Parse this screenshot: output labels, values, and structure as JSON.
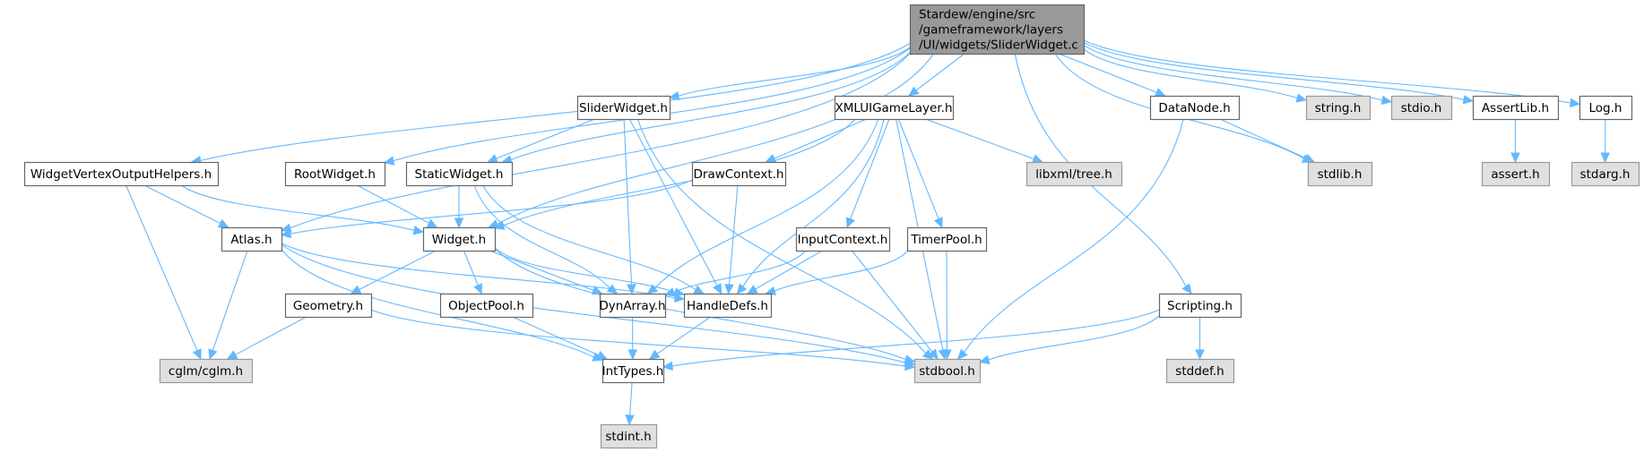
{
  "diagram": {
    "type": "include-dependency-graph",
    "colors": {
      "edge": "#63b8ff",
      "main_fill": "#999999",
      "main_border": "#666666",
      "local_fill": "#ffffff",
      "local_border": "#666666",
      "system_fill": "#e0e0e0",
      "system_border": "#999999"
    },
    "nodes": [
      {
        "id": "main",
        "kind": "main",
        "lines": [
          "Stardew/engine/src",
          "/gameframework/layers",
          "/UI/widgets/SliderWidget.c"
        ]
      },
      {
        "id": "SliderWidget.h",
        "kind": "local",
        "lines": [
          "SliderWidget.h"
        ]
      },
      {
        "id": "XMLUIGameLayer.h",
        "kind": "local",
        "lines": [
          "XMLUIGameLayer.h"
        ]
      },
      {
        "id": "DataNode.h",
        "kind": "local",
        "lines": [
          "DataNode.h"
        ]
      },
      {
        "id": "string.h",
        "kind": "system",
        "lines": [
          "string.h"
        ]
      },
      {
        "id": "stdio.h",
        "kind": "system",
        "lines": [
          "stdio.h"
        ]
      },
      {
        "id": "AssertLib.h",
        "kind": "local",
        "lines": [
          "AssertLib.h"
        ]
      },
      {
        "id": "Log.h",
        "kind": "local",
        "lines": [
          "Log.h"
        ]
      },
      {
        "id": "WidgetVertexOutputHelpers.h",
        "kind": "local",
        "lines": [
          "WidgetVertexOutputHelpers.h"
        ]
      },
      {
        "id": "RootWidget.h",
        "kind": "local",
        "lines": [
          "RootWidget.h"
        ]
      },
      {
        "id": "StaticWidget.h",
        "kind": "local",
        "lines": [
          "StaticWidget.h"
        ]
      },
      {
        "id": "DrawContext.h",
        "kind": "local",
        "lines": [
          "DrawContext.h"
        ]
      },
      {
        "id": "libxml/tree.h",
        "kind": "system",
        "lines": [
          "libxml/tree.h"
        ]
      },
      {
        "id": "stdlib.h",
        "kind": "system",
        "lines": [
          "stdlib.h"
        ]
      },
      {
        "id": "assert.h",
        "kind": "system",
        "lines": [
          "assert.h"
        ]
      },
      {
        "id": "stdarg.h",
        "kind": "system",
        "lines": [
          "stdarg.h"
        ]
      },
      {
        "id": "Atlas.h",
        "kind": "local",
        "lines": [
          "Atlas.h"
        ]
      },
      {
        "id": "Widget.h",
        "kind": "local",
        "lines": [
          "Widget.h"
        ]
      },
      {
        "id": "InputContext.h",
        "kind": "local",
        "lines": [
          "InputContext.h"
        ]
      },
      {
        "id": "TimerPool.h",
        "kind": "local",
        "lines": [
          "TimerPool.h"
        ]
      },
      {
        "id": "Geometry.h",
        "kind": "local",
        "lines": [
          "Geometry.h"
        ]
      },
      {
        "id": "ObjectPool.h",
        "kind": "local",
        "lines": [
          "ObjectPool.h"
        ]
      },
      {
        "id": "DynArray.h",
        "kind": "local",
        "lines": [
          "DynArray.h"
        ]
      },
      {
        "id": "HandleDefs.h",
        "kind": "local",
        "lines": [
          "HandleDefs.h"
        ]
      },
      {
        "id": "Scripting.h",
        "kind": "local",
        "lines": [
          "Scripting.h"
        ]
      },
      {
        "id": "cglm/cglm.h",
        "kind": "system",
        "lines": [
          "cglm/cglm.h"
        ]
      },
      {
        "id": "IntTypes.h",
        "kind": "local",
        "lines": [
          "IntTypes.h"
        ]
      },
      {
        "id": "stdbool.h",
        "kind": "system",
        "lines": [
          "stdbool.h"
        ]
      },
      {
        "id": "stddef.h",
        "kind": "system",
        "lines": [
          "stddef.h"
        ]
      },
      {
        "id": "stdint.h",
        "kind": "system",
        "lines": [
          "stdint.h"
        ]
      }
    ],
    "edges": [
      [
        "main",
        "SliderWidget.h"
      ],
      [
        "main",
        "XMLUIGameLayer.h"
      ],
      [
        "main",
        "DataNode.h"
      ],
      [
        "main",
        "string.h"
      ],
      [
        "main",
        "stdio.h"
      ],
      [
        "main",
        "AssertLib.h"
      ],
      [
        "main",
        "Log.h"
      ],
      [
        "main",
        "WidgetVertexOutputHelpers.h"
      ],
      [
        "main",
        "RootWidget.h"
      ],
      [
        "main",
        "StaticWidget.h"
      ],
      [
        "main",
        "Atlas.h"
      ],
      [
        "main",
        "Widget.h"
      ],
      [
        "main",
        "stdlib.h"
      ],
      [
        "main",
        "Scripting.h"
      ],
      [
        "SliderWidget.h",
        "StaticWidget.h"
      ],
      [
        "SliderWidget.h",
        "DynArray.h"
      ],
      [
        "SliderWidget.h",
        "HandleDefs.h"
      ],
      [
        "SliderWidget.h",
        "stdbool.h"
      ],
      [
        "XMLUIGameLayer.h",
        "DrawContext.h"
      ],
      [
        "XMLUIGameLayer.h",
        "libxml/tree.h"
      ],
      [
        "XMLUIGameLayer.h",
        "Widget.h"
      ],
      [
        "XMLUIGameLayer.h",
        "DynArray.h"
      ],
      [
        "XMLUIGameLayer.h",
        "HandleDefs.h"
      ],
      [
        "XMLUIGameLayer.h",
        "InputContext.h"
      ],
      [
        "XMLUIGameLayer.h",
        "TimerPool.h"
      ],
      [
        "XMLUIGameLayer.h",
        "stdbool.h"
      ],
      [
        "DataNode.h",
        "stdlib.h"
      ],
      [
        "DataNode.h",
        "stdbool.h"
      ],
      [
        "AssertLib.h",
        "assert.h"
      ],
      [
        "Log.h",
        "stdarg.h"
      ],
      [
        "WidgetVertexOutputHelpers.h",
        "Atlas.h"
      ],
      [
        "WidgetVertexOutputHelpers.h",
        "Widget.h"
      ],
      [
        "WidgetVertexOutputHelpers.h",
        "cglm/cglm.h"
      ],
      [
        "RootWidget.h",
        "Widget.h"
      ],
      [
        "StaticWidget.h",
        "Widget.h"
      ],
      [
        "StaticWidget.h",
        "DynArray.h"
      ],
      [
        "StaticWidget.h",
        "HandleDefs.h"
      ],
      [
        "DrawContext.h",
        "Atlas.h"
      ],
      [
        "DrawContext.h",
        "HandleDefs.h"
      ],
      [
        "Atlas.h",
        "HandleDefs.h"
      ],
      [
        "Atlas.h",
        "cglm/cglm.h"
      ],
      [
        "Atlas.h",
        "IntTypes.h"
      ],
      [
        "Atlas.h",
        "stdbool.h"
      ],
      [
        "Widget.h",
        "Geometry.h"
      ],
      [
        "Widget.h",
        "ObjectPool.h"
      ],
      [
        "Widget.h",
        "DynArray.h"
      ],
      [
        "Widget.h",
        "HandleDefs.h"
      ],
      [
        "Widget.h",
        "stdbool.h"
      ],
      [
        "InputContext.h",
        "DynArray.h"
      ],
      [
        "InputContext.h",
        "HandleDefs.h"
      ],
      [
        "InputContext.h",
        "stdbool.h"
      ],
      [
        "TimerPool.h",
        "HandleDefs.h"
      ],
      [
        "TimerPool.h",
        "stdbool.h"
      ],
      [
        "Geometry.h",
        "cglm/cglm.h"
      ],
      [
        "Geometry.h",
        "stdbool.h"
      ],
      [
        "ObjectPool.h",
        "IntTypes.h"
      ],
      [
        "DynArray.h",
        "IntTypes.h"
      ],
      [
        "HandleDefs.h",
        "IntTypes.h"
      ],
      [
        "Scripting.h",
        "IntTypes.h"
      ],
      [
        "Scripting.h",
        "stdbool.h"
      ],
      [
        "Scripting.h",
        "stddef.h"
      ],
      [
        "IntTypes.h",
        "stdint.h"
      ]
    ]
  }
}
